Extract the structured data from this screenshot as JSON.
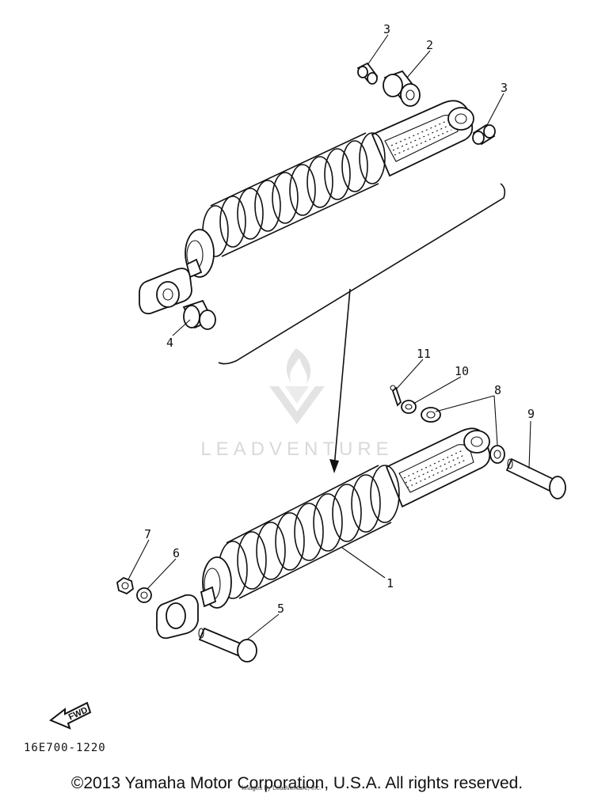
{
  "diagram": {
    "callouts": [
      "1",
      "2",
      "3",
      "3",
      "4",
      "5",
      "6",
      "7",
      "8",
      "9",
      "10",
      "11"
    ],
    "drawing_code": "16E700-1220",
    "fwd_label": "FWD"
  },
  "watermark": {
    "text": "LEADVENTURE"
  },
  "footer": {
    "copyright": "©2013 Yamaha Motor Corporation, U.S.A. All rights reserved.",
    "small_print": "Images by Leadventure, Inc."
  }
}
